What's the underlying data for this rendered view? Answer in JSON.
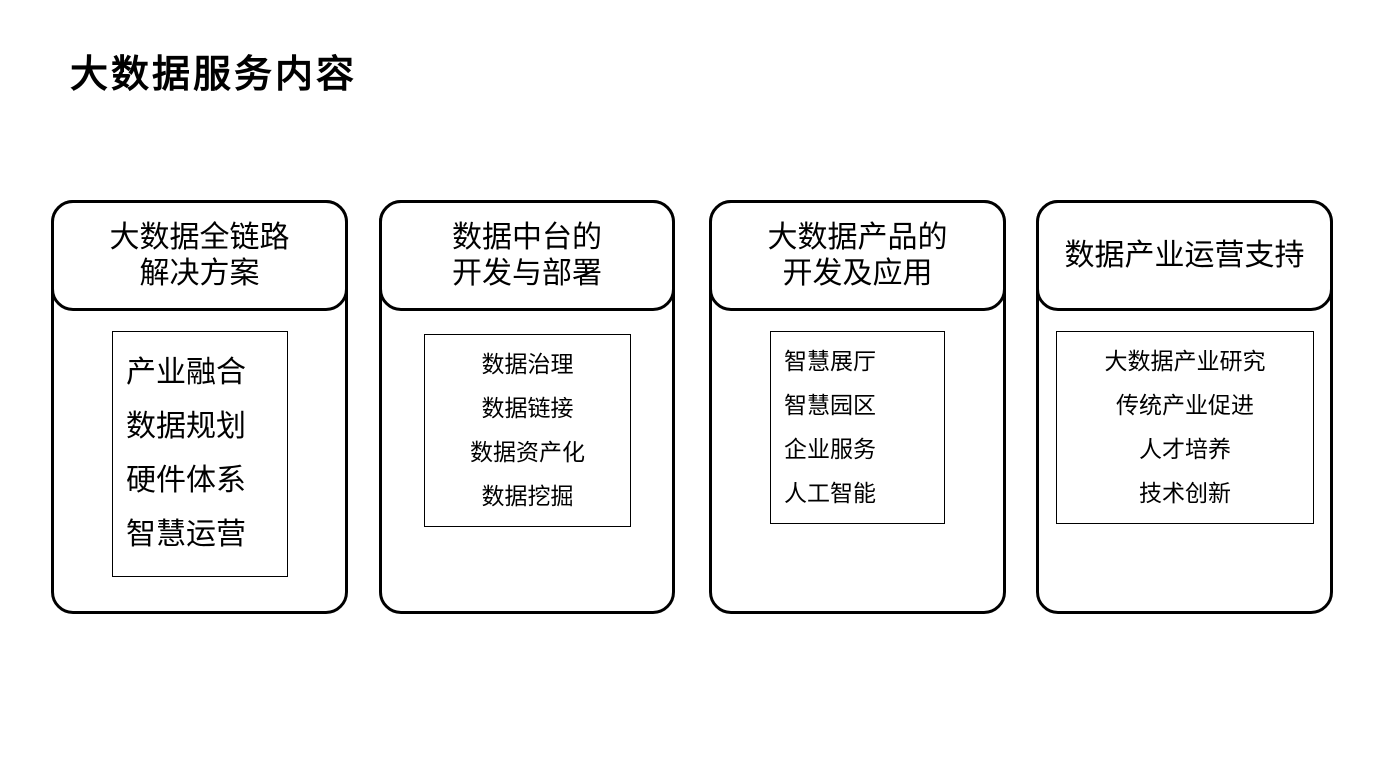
{
  "title": "大数据服务内容",
  "cards": [
    {
      "header": [
        "大数据全链路",
        "解决方案"
      ],
      "items": [
        "产业融合",
        "数据规划",
        "硬件体系",
        "智慧运营"
      ]
    },
    {
      "header": [
        "数据中台的",
        "开发与部署"
      ],
      "items": [
        "数据治理",
        "数据链接",
        "数据资产化",
        "数据挖掘"
      ]
    },
    {
      "header": [
        "大数据产品的",
        "开发及应用"
      ],
      "items": [
        "智慧展厅",
        "智慧园区",
        "企业服务",
        "人工智能"
      ]
    },
    {
      "header": [
        "数据产业运营支持"
      ],
      "items": [
        "大数据产业研究",
        "传统产业促进",
        "人才培养",
        "技术创新"
      ]
    }
  ]
}
